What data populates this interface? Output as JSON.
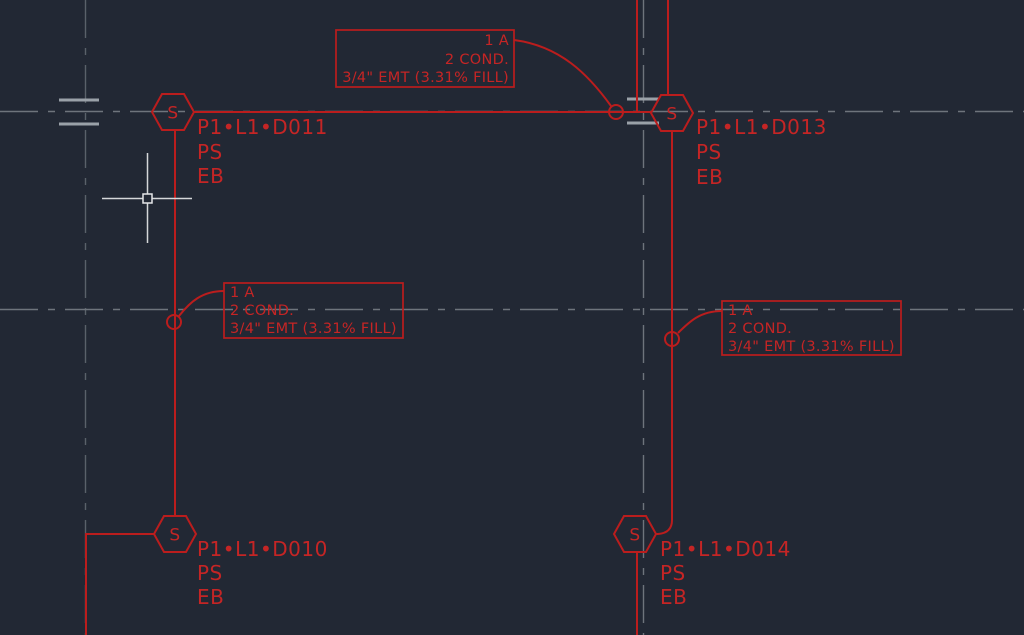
{
  "canvas": {
    "background_color": "#222834",
    "entity_color": "#bb1d1d",
    "grid_color": "#6e747c",
    "crosshair_color": "#d5d7d9"
  },
  "switch_symbol": {
    "letter": "S"
  },
  "switches": {
    "d011": {
      "tag": "P1•L1•D011",
      "mount": "PS",
      "note": "EB"
    },
    "d013": {
      "tag": "P1•L1•D013",
      "mount": "PS",
      "note": "EB"
    },
    "d010": {
      "tag": "P1•L1•D010",
      "mount": "PS",
      "note": "EB"
    },
    "d014": {
      "tag": "P1•L1•D014",
      "mount": "PS",
      "note": "EB"
    }
  },
  "callouts": {
    "top": {
      "line1": "1 A",
      "line2": "2 COND.",
      "line3": "3/4\" EMT (3.31% FILL)"
    },
    "mid_left": {
      "line1": "1 A",
      "line2": "2 COND.",
      "line3": "3/4\" EMT (3.31% FILL)"
    },
    "mid_right": {
      "line1": "1 A",
      "line2": "2 COND.",
      "line3": "3/4\" EMT (3.31% FILL)"
    }
  }
}
